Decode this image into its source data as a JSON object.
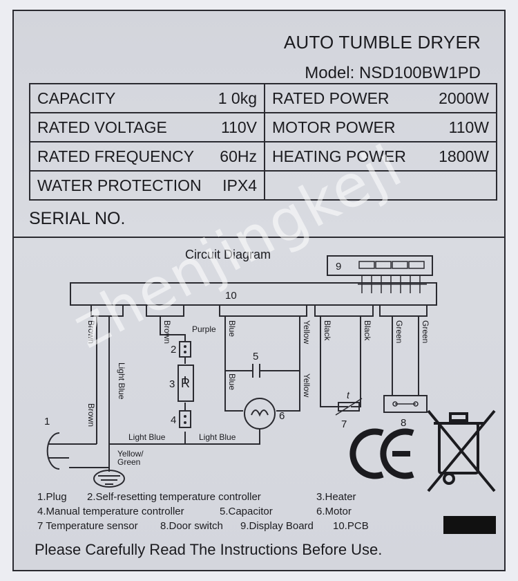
{
  "header": {
    "title": "AUTO TUMBLE DRYER",
    "model": "Model: NSD100BW1PD"
  },
  "specs": {
    "capacity": {
      "label": "CAPACITY",
      "value": "1 0kg"
    },
    "rated_power": {
      "label": "RATED POWER",
      "value": "2000W"
    },
    "rated_voltage": {
      "label": "RATED VOLTAGE",
      "value": "110V"
    },
    "motor_power": {
      "label": "MOTOR POWER",
      "value": "110W"
    },
    "rated_frequency": {
      "label": "RATED FREQUENCY",
      "value": "60Hz"
    },
    "heating_power": {
      "label": "HEATING POWER",
      "value": "1800W"
    },
    "water_protection": {
      "label": "WATER PROTECTION",
      "value": "IPX4"
    }
  },
  "serial_label": "SERIAL NO.",
  "diagram": {
    "title": "Circuit Diagram",
    "n1": "1",
    "n2": "2",
    "n3": "3",
    "n4": "4",
    "n5": "5",
    "n6": "6",
    "n7": "7",
    "n8": "8",
    "n9": "9",
    "n10": "10",
    "heater_symbol": "R",
    "sensor_symbol": "t",
    "wires": {
      "brown": "Brown",
      "light_blue": "Light Blue",
      "purple": "Purple",
      "blue": "Blue",
      "yellow": "Yellow",
      "black": "Black",
      "green": "Green",
      "yellow_green_1": "Yellow/",
      "yellow_green_2": "Green"
    }
  },
  "legend": [
    [
      "1.Plug",
      "2.Self-resetting temperature controller",
      "3.Heater"
    ],
    [
      "4.Manual temperature controller",
      "5.Capacitor",
      "6.Motor"
    ],
    [
      "7 Temperature sensor",
      "8.Door switch",
      "9.Display Board",
      "10.PCB"
    ]
  ],
  "footer": "Please Carefully Read The Instructions Before Use.",
  "watermark": "zhenjingkeji",
  "marks": {
    "ce": "CE",
    "weee": "crossed-out-bin-icon"
  }
}
